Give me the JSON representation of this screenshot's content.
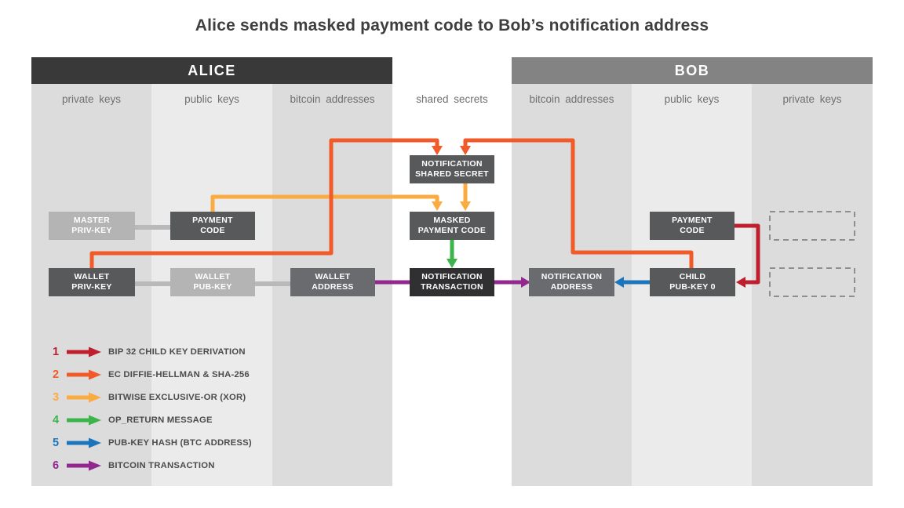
{
  "title": "Alice sends masked payment code to Bob’s notification address",
  "alice": {
    "header": "ALICE",
    "columns": [
      "private keys",
      "public keys",
      "bitcoin addresses"
    ]
  },
  "middle_column_label": "shared secrets",
  "bob": {
    "header": "BOB",
    "columns": [
      "bitcoin addresses",
      "public keys",
      "private keys"
    ]
  },
  "boxes": {
    "master_priv_key": {
      "line1": "MASTER",
      "line2": "PRIV-KEY"
    },
    "payment_code_alice": {
      "line1": "PAYMENT",
      "line2": "CODE"
    },
    "wallet_priv_key": {
      "line1": "WALLET",
      "line2": "PRIV-KEY"
    },
    "wallet_pub_key": {
      "line1": "WALLET",
      "line2": "PUB-KEY"
    },
    "wallet_address": {
      "line1": "WALLET",
      "line2": "ADDRESS"
    },
    "notification_shared_secret": {
      "line1": "NOTIFICATION",
      "line2": "SHARED SECRET"
    },
    "masked_payment_code": {
      "line1": "MASKED",
      "line2": "PAYMENT CODE"
    },
    "notification_transaction": {
      "line1": "NOTIFICATION",
      "line2": "TRANSACTION"
    },
    "notification_address": {
      "line1": "NOTIFICATION",
      "line2": "ADDRESS"
    },
    "child_pub_key_0": {
      "line1": "CHILD",
      "line2": "PUB-KEY 0"
    },
    "payment_code_bob": {
      "line1": "PAYMENT",
      "line2": "CODE"
    }
  },
  "colors": {
    "red": "#be1e2d",
    "orange": "#f15a29",
    "amber": "#fbab40",
    "green": "#3bb54a",
    "blue": "#1b75bc",
    "purple": "#92278f",
    "connector_gray": "#b9b9b9",
    "dashed_box": "#8f8f8f"
  },
  "legend": {
    "items": [
      {
        "num": "1",
        "label": "BIP 32 CHILD KEY DERIVATION",
        "color": "#be1e2d"
      },
      {
        "num": "2",
        "label": "EC DIFFIE-HELLMAN & SHA-256",
        "color": "#f15a29"
      },
      {
        "num": "3",
        "label": "BITWISE EXCLUSIVE-OR (XOR)",
        "color": "#fbab40"
      },
      {
        "num": "4",
        "label": "OP_RETURN MESSAGE",
        "color": "#3bb54a"
      },
      {
        "num": "5",
        "label": "PUB-KEY HASH (BTC ADDRESS)",
        "color": "#1b75bc"
      },
      {
        "num": "6",
        "label": "BITCOIN TRANSACTION",
        "color": "#92278f"
      }
    ]
  },
  "edges": [
    {
      "step": "1",
      "color": "red",
      "from": "payment_code_bob",
      "to": "child_pub_key_0"
    },
    {
      "step": "2",
      "color": "orange",
      "from": "wallet_priv_key",
      "to": "notification_shared_secret"
    },
    {
      "step": "2",
      "color": "orange",
      "from": "child_pub_key_0",
      "to": "notification_shared_secret"
    },
    {
      "step": "3",
      "color": "amber",
      "from": "payment_code_alice",
      "to": "masked_payment_code"
    },
    {
      "step": "3",
      "color": "amber",
      "from": "notification_shared_secret",
      "to": "masked_payment_code"
    },
    {
      "step": "4",
      "color": "green",
      "from": "masked_payment_code",
      "to": "notification_transaction"
    },
    {
      "step": "5",
      "color": "blue",
      "from": "child_pub_key_0",
      "to": "notification_address"
    },
    {
      "step": "6",
      "color": "purple",
      "from": "wallet_address",
      "to": "notification_address"
    },
    {
      "step": "derivation",
      "color": "connector_gray",
      "from": "master_priv_key",
      "to": "payment_code_alice"
    },
    {
      "step": "derivation",
      "color": "connector_gray",
      "from": "wallet_priv_key",
      "to": "wallet_pub_key"
    },
    {
      "step": "derivation",
      "color": "connector_gray",
      "from": "wallet_pub_key",
      "to": "wallet_address"
    }
  ]
}
